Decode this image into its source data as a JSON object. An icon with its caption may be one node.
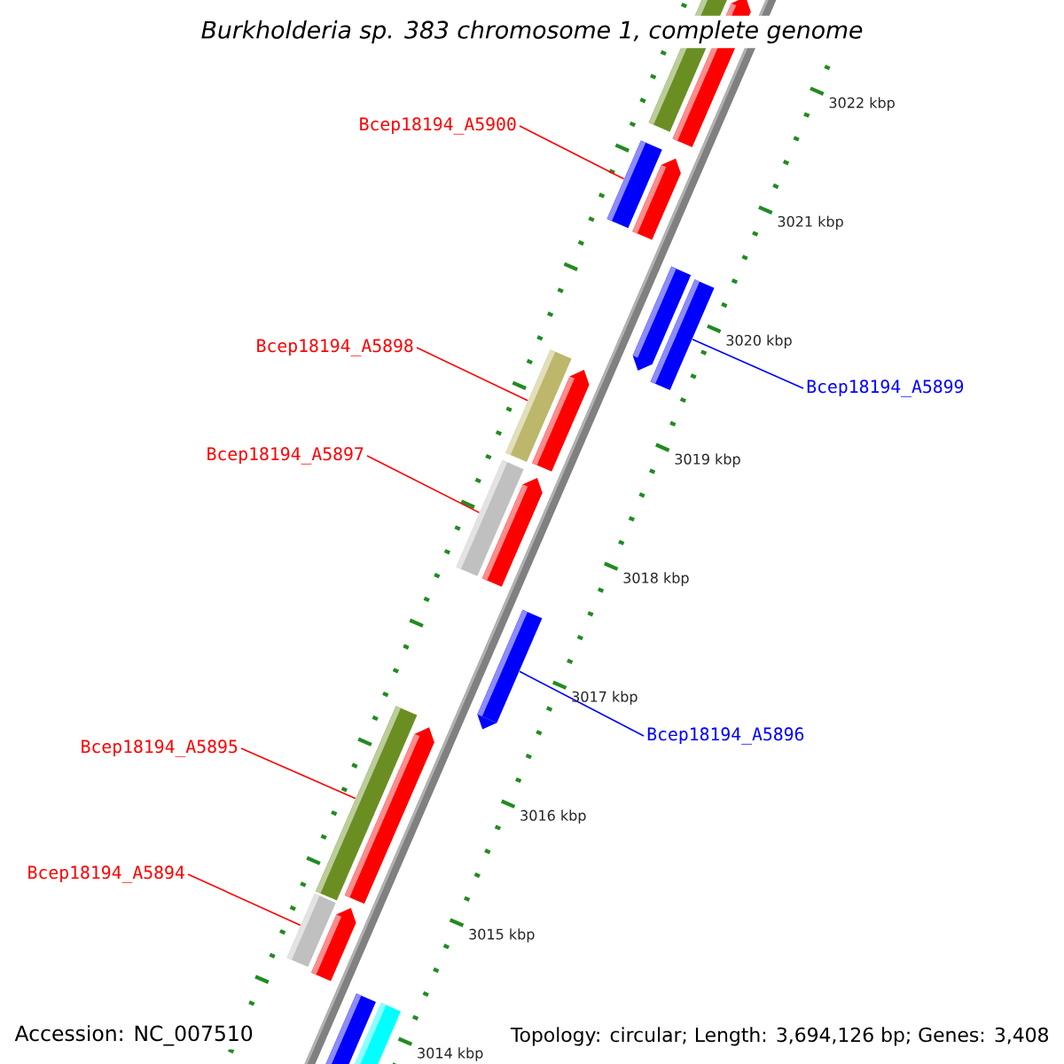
{
  "diagram": {
    "title": "Burkholderia sp. 383 chromosome 1, complete genome",
    "nodes": [
      {
        "text": [
          "Bcep18194_A5900"
        ]
      },
      {
        "text": [],
        "shape": "bar"
      },
      {
        "text": [
          "Bcep18194_A5898"
        ]
      },
      {
        "text": [],
        "shape": "bar"
      },
      {
        "text": [
          "Bcep18194_A5899"
        ]
      },
      {
        "text": [],
        "shape": "bar"
      },
      {
        "text": [
          "Bcep18194_A5897"
        ]
      },
      {
        "text": [],
        "shape": "bar"
      },
      {
        "text": [
          "Bcep18194_A5896"
        ]
      },
      {
        "text": [],
        "shape": "bar"
      },
      {
        "text": [
          "Bcep18194_A5895"
        ]
      },
      {
        "text": [],
        "shape": "bar"
      },
      {
        "text": [
          "Bcep18194_A5894"
        ]
      },
      {
        "text": [],
        "shape": "bar"
      }
    ],
    "edges": [
      {
        "from": 0,
        "to": 1,
        "arrow": "none"
      },
      {
        "from": 2,
        "to": 3,
        "arrow": "none"
      },
      {
        "from": 4,
        "to": 5,
        "arrow": "none",
        "color": "#0000ff"
      },
      {
        "from": 6,
        "to": 7,
        "arrow": "none"
      },
      {
        "from": 8,
        "to": 9,
        "arrow": "none",
        "color": "#0000ff"
      },
      {
        "from": 10,
        "to": 11,
        "arrow": "none"
      },
      {
        "from": 12,
        "to": 13,
        "arrow": "none"
      }
    ],
    "labels": [
      "3022 kbp",
      "3021 kbp",
      "3020 kbp",
      "3019 kbp",
      "3018 kbp",
      "3017 kbp",
      "3016 kbp",
      "3015 kbp",
      "3014 kbp",
      "Accession: NC_007510",
      "Topology: circular; Length: 3,694,126 bp; Genes: 3,408"
    ]
  }
}
